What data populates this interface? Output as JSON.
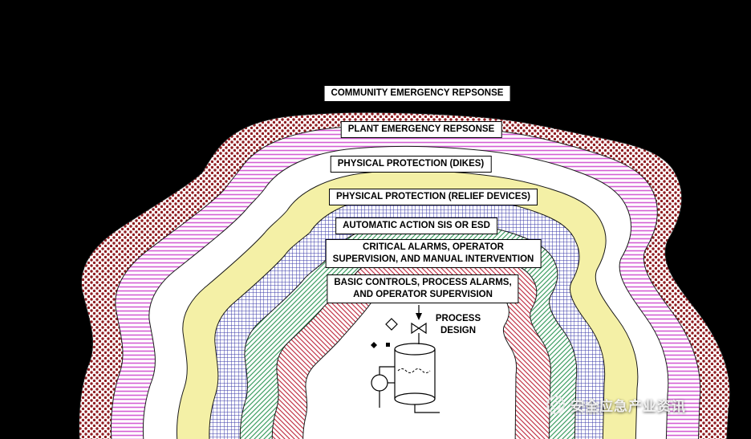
{
  "page": {
    "background_color": "#000000"
  },
  "diagram": {
    "type": "layers-of-protection-onion",
    "layers": [
      {
        "label": "COMMUNITY EMERGENCY REPSONSE",
        "pattern": "dark-red-dots",
        "color": "#8f1d21"
      },
      {
        "label": "PLANT EMERGENCY REPSONSE",
        "pattern": "magenta-horizontal-lines",
        "color": "#d45fd4"
      },
      {
        "label": "PHYSICAL PROTECTION (DIKES)",
        "pattern": "plain-white",
        "color": "#ffffff"
      },
      {
        "label": "PHYSICAL PROTECTION (RELIEF DEVICES)",
        "pattern": "solid-pale-yellow",
        "color": "#f4f0a6"
      },
      {
        "label": "AUTOMATIC ACTION SIS OR ESD",
        "pattern": "blue-square-grid",
        "color": "#3939a8"
      },
      {
        "label_line1": "CRITICAL ALARMS, OPERATOR",
        "label_line2": "SUPERVISION, AND MANUAL INTERVENTION",
        "pattern": "green-diagonal-hatch",
        "color": "#3f9e63"
      },
      {
        "label_line1": "BASIC CONTROLS, PROCESS ALARMS,",
        "label_line2": "AND OPERATOR SUPERVISION",
        "pattern": "red-diagonal-hatch",
        "color": "#c2374a"
      },
      {
        "label_line1": "PROCESS",
        "label_line2": "DESIGN",
        "pattern": "plain-white",
        "color": "#ffffff"
      }
    ],
    "watermark": {
      "text": "安全应急产业资讯"
    }
  }
}
